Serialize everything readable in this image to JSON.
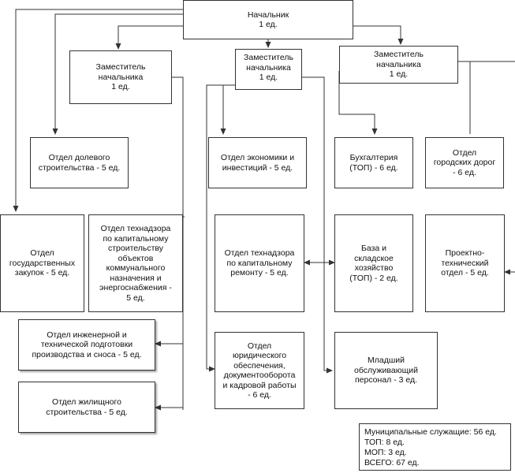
{
  "nodes": {
    "head": "Начальник\n1 ед.",
    "deputy1": "Заместитель\nначальника\n1 ед.",
    "deputy2": "Заместитель\nначальника\n1 ед.",
    "deputy3": "Заместитель\nначальника\n1 ед.",
    "dept_equity": "Отдел долевого\nстроительства - 5 ед.",
    "dept_economy": "Отдел экономики и\nинвестиций - 5 ед.",
    "accounting": "Бухгалтерия\n(ТОП) - 6 ед.",
    "dept_city_roads": "Отдел\nгородских дорог\n- 6 ед.",
    "dept_procurement": "Отдел\nгосударственных\nзакупок - 5 ед.",
    "dept_tech_capital": "Отдел технадзора\nпо капитальному\nстроительству\nобъектов\nкоммунального\nназначения и\nэнергоснабжения -\n5 ед.",
    "dept_tech_repair": "Отдел технадзора\nпо капитальному\nремонту - 5 ед.",
    "base_warehouse": "База и\nскладское\nхозяйство\n(ТОП) - 2 ед.",
    "dept_design": "Проектно-\nтехнический\nотдел - 5 ед.",
    "dept_engineering": "Отдел инженерной и\nтехнической подготовки\nпроизводства и сноса - 5 ед.",
    "dept_legal": "Отдел\nюридического\nобеспечения,\nдокументооборота\nи кадровой работы\n- 6 ед.",
    "junior_staff": "Младший\nобслуживающий\nперсонал - 3 ед.",
    "dept_housing": "Отдел жилищного\nстроительства - 5 ед."
  },
  "summary": {
    "municipal": "Муниципальные служащие: 56 ед.",
    "top": "ТОП: 8 ед.",
    "mop": "МОП: 3 ед.",
    "total": "ВСЕГО: 67 ед."
  },
  "colors": {
    "line": "#333333",
    "border": "#333333",
    "background": "#ffffff"
  }
}
